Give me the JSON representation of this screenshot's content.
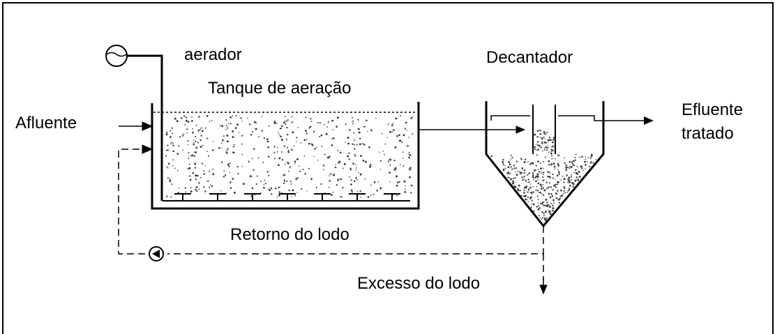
{
  "labels": {
    "aerator": "aerador",
    "settler": "Decantador",
    "aeration_tank": "Tanque de aeração",
    "influent": "Afluente",
    "effluent_line1": "Efluente",
    "effluent_line2": "tratado",
    "sludge_return": "Retorno do lodo",
    "excess_sludge": "Excesso do lodo"
  },
  "colors": {
    "ink": "#000000",
    "speckle": "#3a3a3a",
    "background": "#ffffff"
  }
}
